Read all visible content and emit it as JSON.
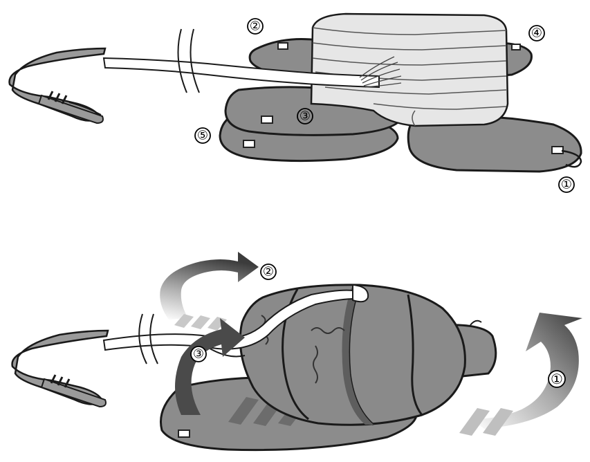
{
  "top_panel": {
    "labels": {
      "l1": "①",
      "l2": "②",
      "l3": "③",
      "l4": "④",
      "l5": "⑤"
    }
  },
  "bottom_panel": {
    "labels": {
      "l1": "①",
      "l2": "②",
      "l3": "③"
    }
  },
  "colors": {
    "flap_fill": "#8c8c8c",
    "outline": "#1a1a1a",
    "blanket_fill": "#e6e6e6",
    "strap_fill": "#9a9a9a",
    "cord_fill": "#ffffff",
    "arrow_dark": "#4a4a4a"
  }
}
